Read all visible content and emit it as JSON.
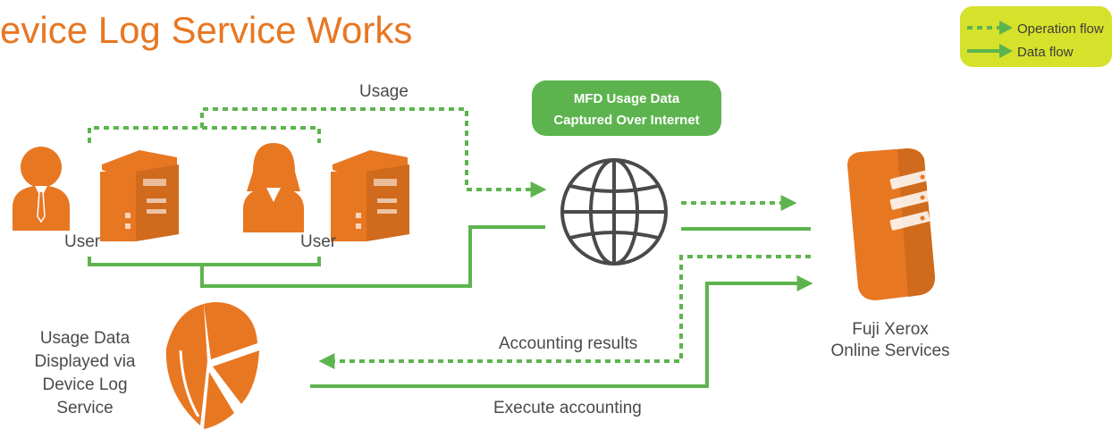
{
  "title": "evice Log Service Works",
  "legend": {
    "operation_flow": "Operation flow",
    "data_flow": "Data flow",
    "background_color": "#d6e12b"
  },
  "badge": {
    "line1": "MFD Usage Data",
    "line2": "Captured Over Internet",
    "color": "#5db44e"
  },
  "labels": {
    "usage": "Usage",
    "user_left": "User",
    "user_right": "User",
    "accounting_results": "Accounting results",
    "execute_accounting": "Execute accounting",
    "usage_data_lines": [
      "Usage Data",
      "Displayed via",
      "Device Log",
      "Service"
    ],
    "fuji_lines": [
      "Fuji Xerox",
      "Online Services"
    ]
  },
  "colors": {
    "flow_green": "#5db44e",
    "icon_orange": "#e87722",
    "globe_gray": "#4a4a4a"
  },
  "icons": [
    "user-icon",
    "female-user-icon",
    "printer-icon",
    "globe-icon",
    "server-icon",
    "pie-chart-icon"
  ]
}
